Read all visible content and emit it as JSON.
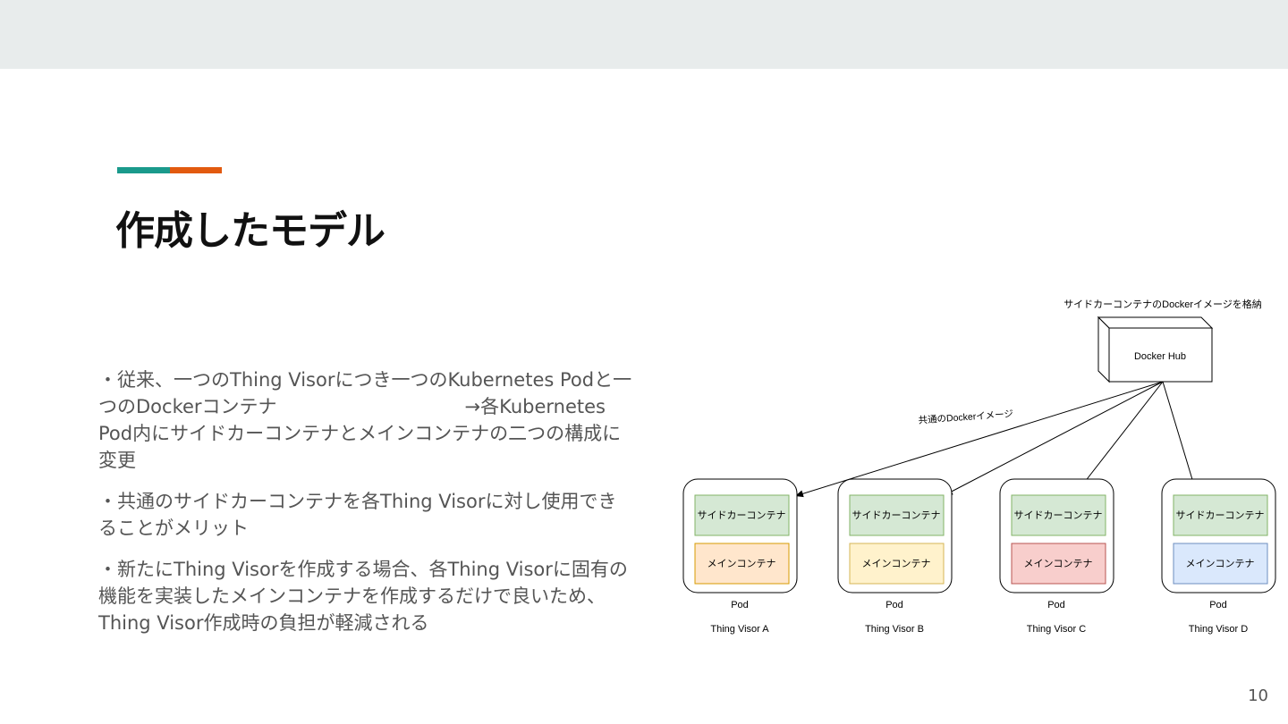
{
  "slide": {
    "title": "作成したモデル",
    "bullets": [
      "・従来、一つのThing Visorにつき一つのKubernetes Podと一つのDockerコンテナ　　　　　　　　　　→各Kubernetes Pod内にサイドカーコンテナとメインコンテナの二つの構成に変更",
      "・共通のサイドカーコンテナを各Thing Visorに対し使用できることがメリット",
      "・新たにThing Visorを作成する場合、各Thing Visorに固有の機能を実装したメインコンテナを作成するだけで良いため、Thing Visor作成時の負担が軽減される"
    ],
    "page_number": "10",
    "colors": {
      "accent_teal": "#1a9a8c",
      "accent_orange": "#e25a0f",
      "header_band": "#e8ecec"
    }
  },
  "diagram": {
    "hub_caption": "サイドカーコンテナのDockerイメージを格納",
    "hub_label": "Docker Hub",
    "edge_label": "共通のDockerイメージ",
    "pods": [
      {
        "sidecar": "サイドカーコンテナ",
        "main": "メインコンテナ",
        "pod": "Pod",
        "name": "Thing Visor A",
        "main_color": "#ffe6cc",
        "main_stroke": "#d79b00"
      },
      {
        "sidecar": "サイドカーコンテナ",
        "main": "メインコンテナ",
        "pod": "Pod",
        "name": "Thing Visor B",
        "main_color": "#fff2cc",
        "main_stroke": "#d6b656"
      },
      {
        "sidecar": "サイドカーコンテナ",
        "main": "メインコンテナ",
        "pod": "Pod",
        "name": "Thing Visor C",
        "main_color": "#f8cecc",
        "main_stroke": "#b85450"
      },
      {
        "sidecar": "サイドカーコンテナ",
        "main": "メインコンテナ",
        "pod": "Pod",
        "name": "Thing Visor D",
        "main_color": "#dae8fc",
        "main_stroke": "#6c8ebf"
      }
    ],
    "sidecar_color": "#d5e8d4",
    "sidecar_stroke": "#82b366"
  }
}
